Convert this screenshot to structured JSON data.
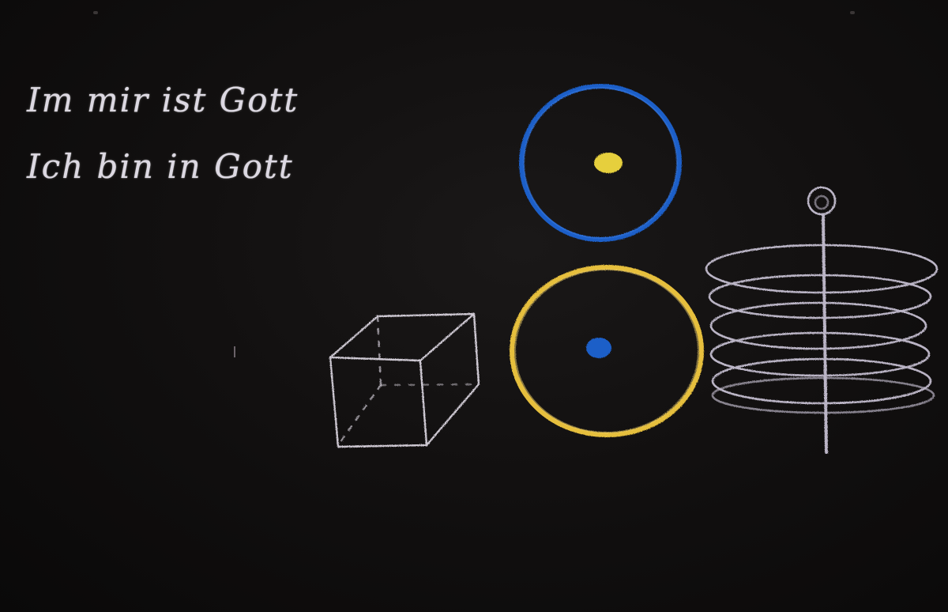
{
  "blackboard": {
    "handwriting": {
      "line_1": "Im mir ist Gott",
      "line_2": "Ich bin in Gott"
    }
  },
  "colors": {
    "board": "#0c0b0b",
    "chalk_white": "#e8e2ee",
    "chalk_blue": "#1f5fc8",
    "chalk_yellow": "#e6bf3c"
  },
  "drawings": {
    "items": [
      "cube",
      "blue-circle-with-yellow-dot",
      "yellow-circle-with-blue-dot",
      "spiral-on-rod"
    ]
  }
}
